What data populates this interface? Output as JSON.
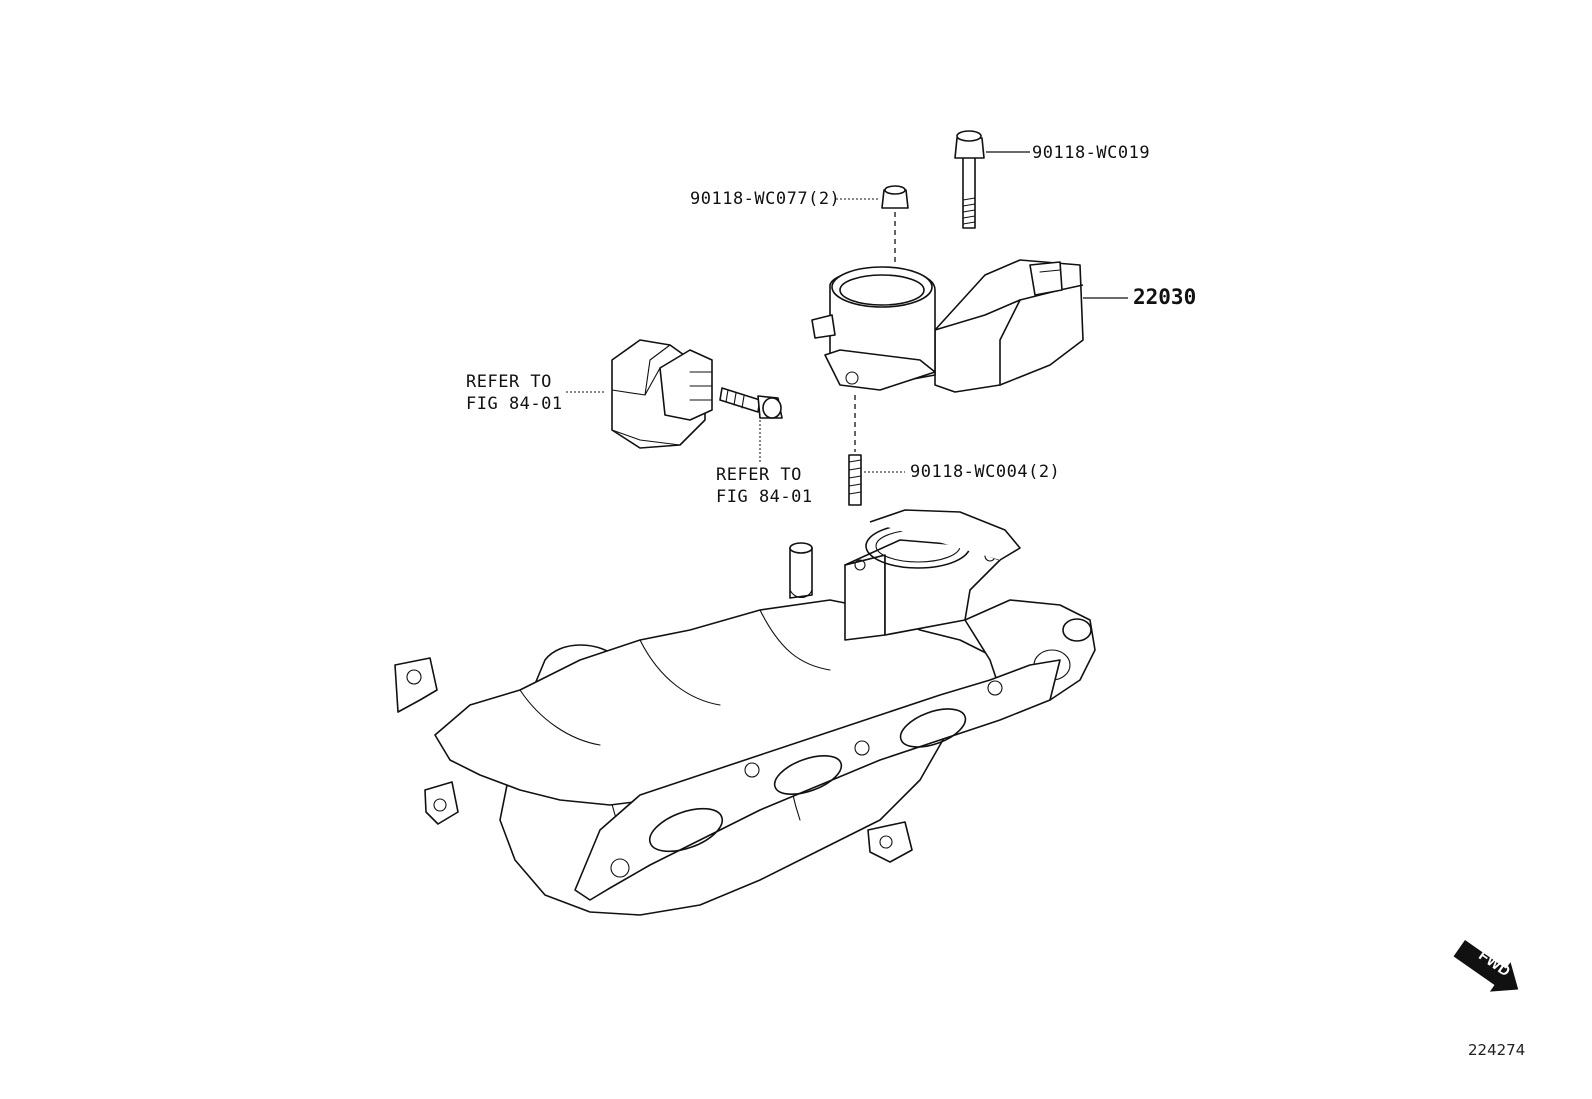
{
  "callouts": {
    "bolt_top": "90118-WC019",
    "nut": "90118-WC077(2)",
    "throttle_body": "22030",
    "stud": "90118-WC004(2)",
    "sensor_ref_line1": "REFER TO",
    "sensor_ref_line2": "FIG 84-01",
    "screw_ref_line1": "REFER TO",
    "screw_ref_line2": "FIG 84-01"
  },
  "forward_arrow": {
    "text": "FWD"
  },
  "figure_number": "224274",
  "colors": {
    "line": "#111111",
    "background": "#ffffff"
  }
}
